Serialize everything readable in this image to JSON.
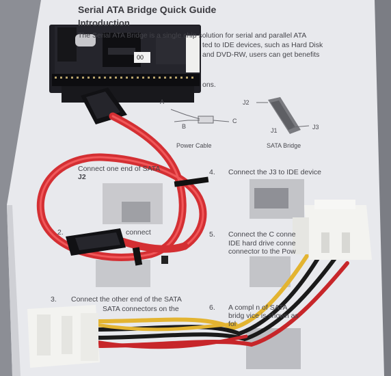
{
  "guide": {
    "title": "Serial ATA Bridge Quick Guide",
    "section": "Introduction",
    "intro_line1": "The Serial ATA Bridge is a single chip solution for serial and parallel ATA",
    "intro_line2": "ted to IDE devices, such as Hard Disk",
    "intro_line3": "and DVD-RW, users can get benefits",
    "intro_line4": "ons.",
    "diagram_labels": {
      "a": "A",
      "b": "B",
      "c": "C",
      "power_cable": "Power Cable",
      "j2": "J2",
      "j1": "J1",
      "j3": "J3",
      "sata_bridge": "SATA Bridge"
    },
    "steps": [
      {
        "num": "",
        "text_a": "Connect one end of SATA",
        "text_b": "J2"
      },
      {
        "num": "2.",
        "text_a": "connect",
        "text_b": ""
      },
      {
        "num": "3.",
        "text_a": "Connect the other end of the SATA",
        "text_b": "SATA connectors on the"
      },
      {
        "num": "4.",
        "text_a": "Connect the J3 to IDE device",
        "text_b": ""
      },
      {
        "num": "5.",
        "text_a": "Connect the C conne",
        "text_b": "IDE hard drive conne",
        "text_c": "connector to the Pow"
      },
      {
        "num": "6.",
        "text_a": "A compl      n of SATA",
        "text_b": "bridg     vice is shown as",
        "text_c": "fol"
      }
    ],
    "board_label": "00"
  },
  "colors": {
    "background": "#8e9097",
    "paper": "#e9eaee",
    "pcb": "#1d1d22",
    "sata_cable": "#e0393c",
    "molex": "#f1f1ee",
    "wire_yellow": "#e2b632",
    "wire_black": "#1a1a1a",
    "wire_red": "#c8262a"
  }
}
